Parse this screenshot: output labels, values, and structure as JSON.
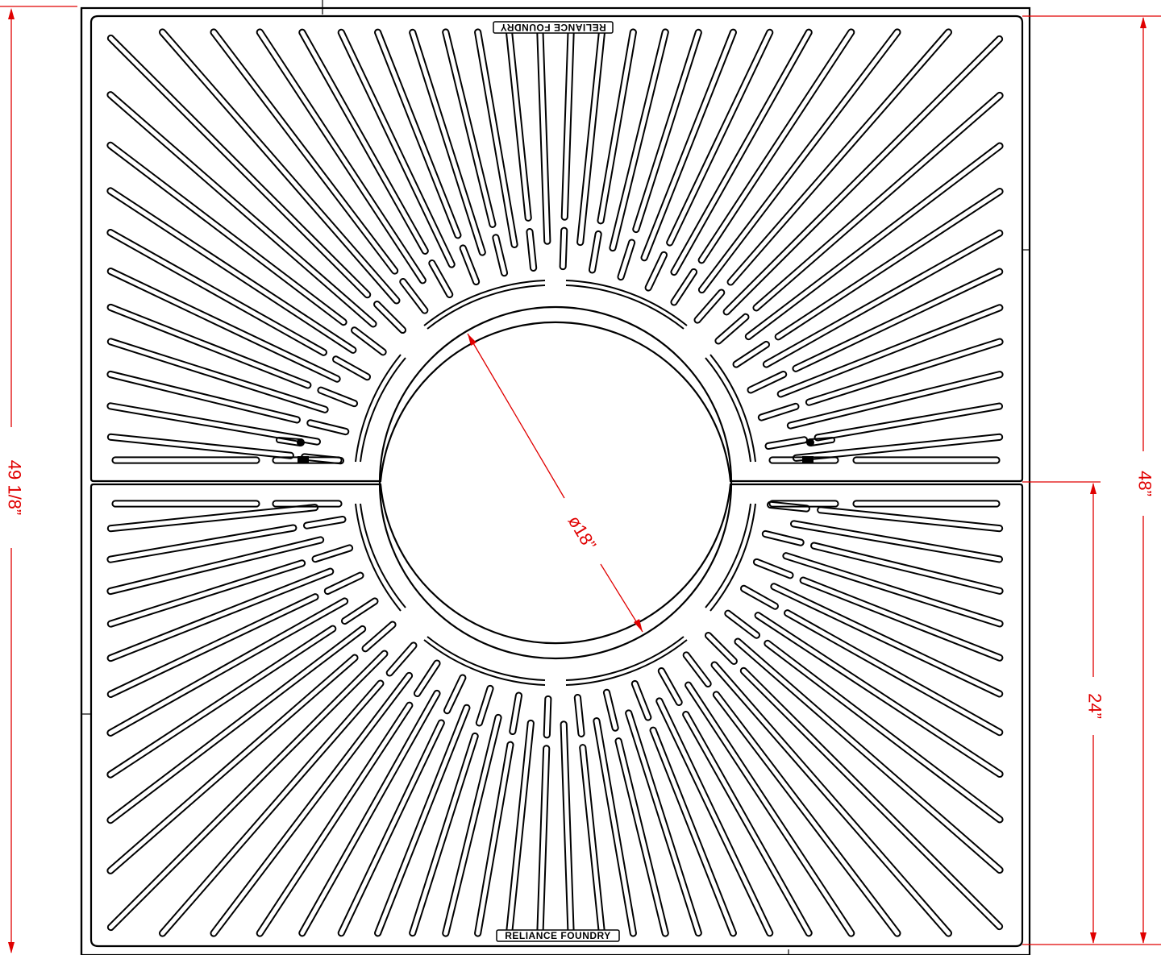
{
  "drawing": {
    "brand_text_top": "RELIANCE FOUNDRY",
    "brand_text_bottom": "RELIANCE FOUNDRY",
    "dimensions": {
      "overall_height": "49 1/8”",
      "grate_height": "48”",
      "half_height": "24”",
      "opening_diameter": "ø18”"
    },
    "colors": {
      "line": "#000000",
      "dimension": "#e00000",
      "background": "#ffffff"
    }
  }
}
